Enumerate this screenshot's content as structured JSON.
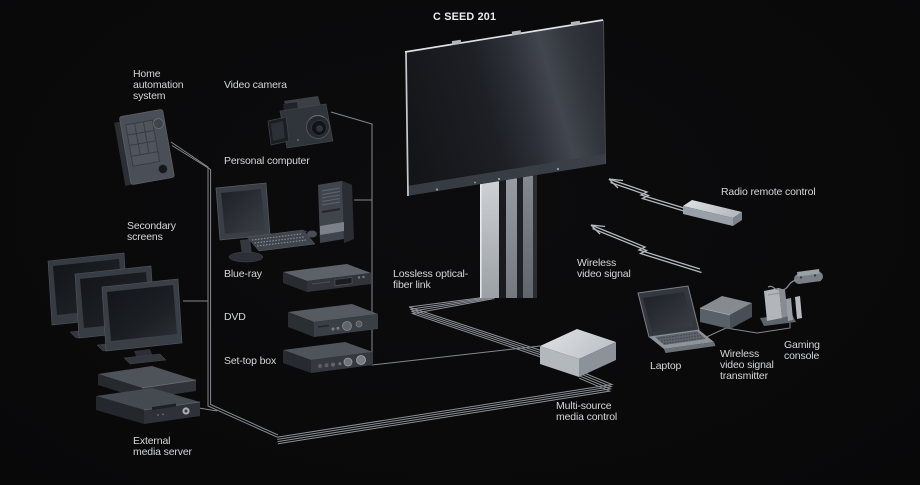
{
  "colors": {
    "background": "#0a0a0b",
    "label_text": "#d5d6d8",
    "cable_line": "#84888e",
    "arrow_line": "#b4b7bb",
    "bright_device": "#d9dcdf"
  },
  "labels": {
    "c_seed": "C SEED 201",
    "home_automation": "Home\nautomation\nsystem",
    "video_camera": "Video camera",
    "personal_computer": "Personal computer",
    "secondary_screens": "Secondary\nscreens",
    "blue_ray": "Blue-ray",
    "dvd": "DVD",
    "set_top_box": "Set-top box",
    "external_media_server": "External\nmedia server",
    "lossless_fiber": "Lossless optical-\nfiber link",
    "wireless_video_signal": "Wireless\nvideo signal",
    "radio_remote": "Radio remote control",
    "multi_source": "Multi-source\nmedia control",
    "laptop": "Laptop",
    "wireless_transmitter": "Wireless\nvideo signal\ntransmitter",
    "gaming_console": "Gaming\nconsole"
  },
  "icons": {
    "c_seed_display": "large-led-screen",
    "c_seed_pole": "slatted-column",
    "home_automation": "wall-keypad",
    "video_camera": "camcorder",
    "personal_computer": "desktop-pc-with-tower",
    "secondary_screens": "three-tv-screens",
    "blue_ray": "disc-player",
    "dvd": "disc-player",
    "set_top_box": "receiver-box",
    "external_media_server": "stacked-server-units",
    "multi_source": "white-control-box",
    "radio_remote": "bar-remote",
    "laptop": "open-laptop",
    "wireless_transmitter": "transmitter-box",
    "gaming_console": "console-with-gamepad",
    "wireless_signal": "zigzag-arrow",
    "fiber_link": "parallel-cable-bundle"
  }
}
